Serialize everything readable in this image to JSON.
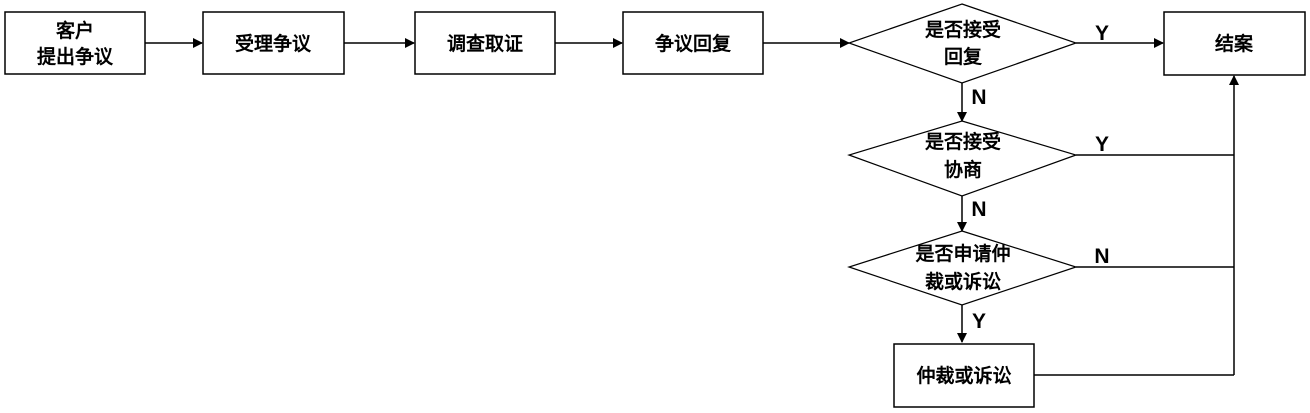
{
  "nodes": {
    "customer_dispute": {
      "line1": "客户",
      "line2": "提出争议"
    },
    "accept_dispute": {
      "label": "受理争议"
    },
    "investigate": {
      "label": "调查取证"
    },
    "dispute_reply": {
      "label": "争议回复"
    },
    "accept_reply": {
      "line1": "是否接受",
      "line2": "回复"
    },
    "close_case": {
      "label": "结案"
    },
    "accept_negotiation": {
      "line1": "是否接受",
      "line2": "协商"
    },
    "apply_arbitration": {
      "line1": "是否申请仲",
      "line2": "裁或诉讼"
    },
    "arbitration": {
      "label": "仲裁或诉讼"
    }
  },
  "edge_labels": {
    "accept_reply_yes": "Y",
    "accept_reply_no": "N",
    "accept_negotiation_yes": "Y",
    "accept_negotiation_no": "N",
    "apply_arbitration_no": "N",
    "apply_arbitration_yes": "Y"
  }
}
